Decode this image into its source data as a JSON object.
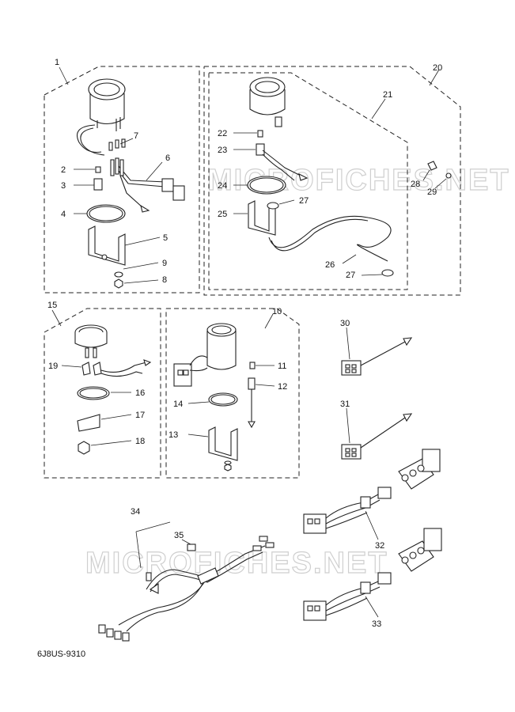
{
  "diagram_code": "6J8US-9310",
  "watermark": "MICROFICHES.NET",
  "groups": {
    "g1": "1",
    "g20": "20",
    "g21": "21",
    "g15": "15",
    "g10": "10"
  },
  "callouts": {
    "c2": "2",
    "c3": "3",
    "c4": "4",
    "c5": "5",
    "c6": "6",
    "c7": "7",
    "c8": "8",
    "c9": "9",
    "c11": "11",
    "c12": "12",
    "c13": "13",
    "c14": "14",
    "c16": "16",
    "c17": "17",
    "c18": "18",
    "c19": "19",
    "c22": "22",
    "c23": "23",
    "c24": "24",
    "c25": "25",
    "c26": "26",
    "c27a": "27",
    "c27b": "27",
    "c28": "28",
    "c29": "29",
    "c30": "30",
    "c31": "31",
    "c32": "32",
    "c33": "33",
    "c34": "34",
    "c35": "35"
  }
}
